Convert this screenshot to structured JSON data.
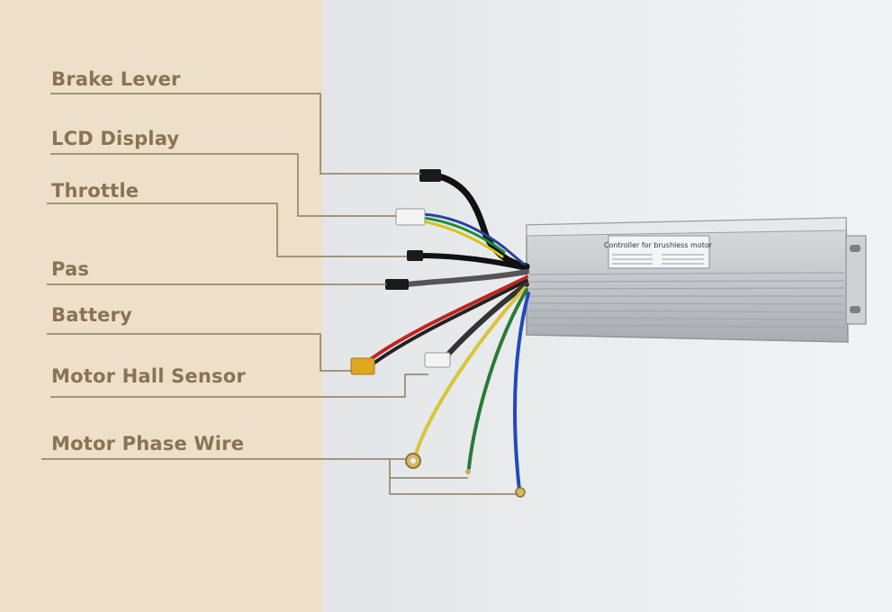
{
  "theme": {
    "panel": "#eedfc9",
    "label_color": "#8a7352",
    "leader_line": "#8d7a5e",
    "background": "#eef0f1"
  },
  "labels": {
    "brake_lever": "Brake Lever",
    "lcd_display": "LCD Display",
    "throttle": "Throttle",
    "pas": "Pas",
    "battery": "Battery",
    "motor_hall_sensor": "Motor Hall Sensor",
    "motor_phase_wire": "Motor Phase Wire"
  },
  "controller": {
    "title": "Controller for brushless motor"
  }
}
